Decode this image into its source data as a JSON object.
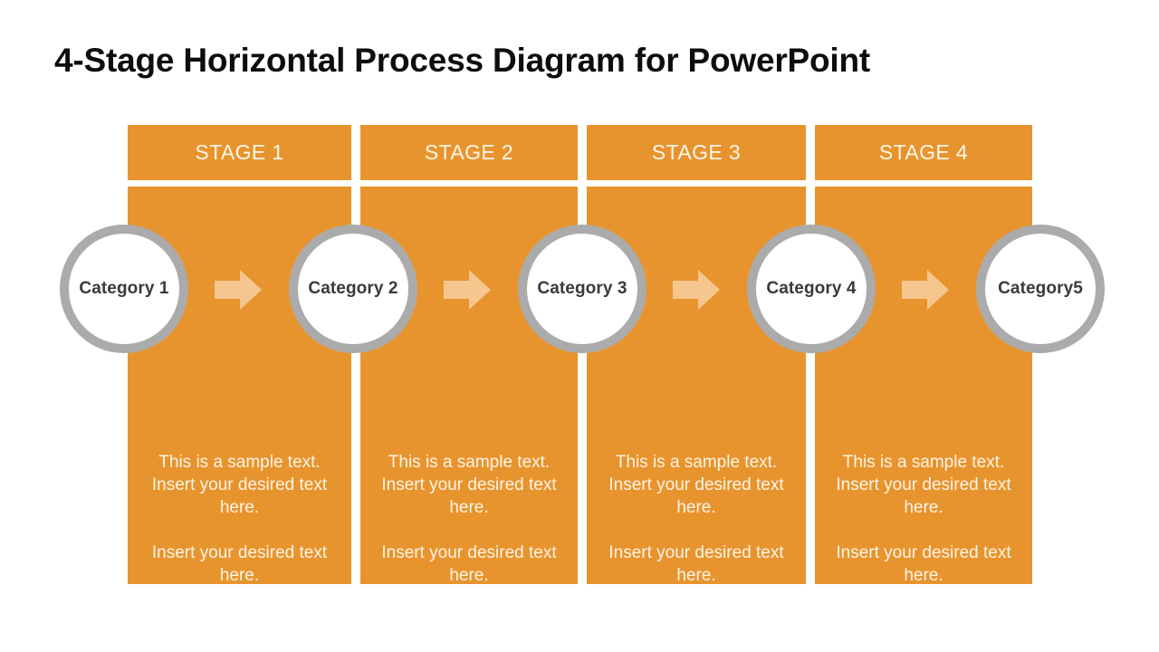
{
  "slide": {
    "title": "4-Stage Horizontal Process Diagram for PowerPoint",
    "background_color": "#FFFFFF"
  },
  "theme": {
    "accent_orange": "#E8942E",
    "arrow_peach": "#F5C68E",
    "circle_border_gray": "#ABABAB",
    "circle_fill": "#FFFFFF",
    "header_text": "#FDF6E8",
    "body_text": "#FCF4E6",
    "node_text": "#3A3A3A",
    "title_text": "#0D0D0D"
  },
  "diagram": {
    "type": "horizontal-process",
    "stage_count": 4,
    "node_count": 5,
    "stages": [
      {
        "header": "STAGE 1",
        "paragraphs": [
          "This is a sample text. Insert your desired text here.",
          "Insert your desired text here."
        ]
      },
      {
        "header": "STAGE 2",
        "paragraphs": [
          "This is a sample text. Insert your desired text here.",
          "Insert your desired text here."
        ]
      },
      {
        "header": "STAGE 3",
        "paragraphs": [
          "This is a sample text. Insert your desired text here.",
          "Insert your desired text here."
        ]
      },
      {
        "header": "STAGE 4",
        "paragraphs": [
          "This is a sample text. Insert your desired text here.",
          "Insert your desired text here."
        ]
      }
    ],
    "nodes": [
      {
        "label": "Category  1"
      },
      {
        "label": "Category  2"
      },
      {
        "label": "Category  3"
      },
      {
        "label": "Category  4"
      },
      {
        "label": "Category5"
      }
    ],
    "connectors": [
      {
        "icon": "arrow-right-icon"
      },
      {
        "icon": "arrow-right-icon"
      },
      {
        "icon": "arrow-right-icon"
      },
      {
        "icon": "arrow-right-icon"
      }
    ]
  }
}
